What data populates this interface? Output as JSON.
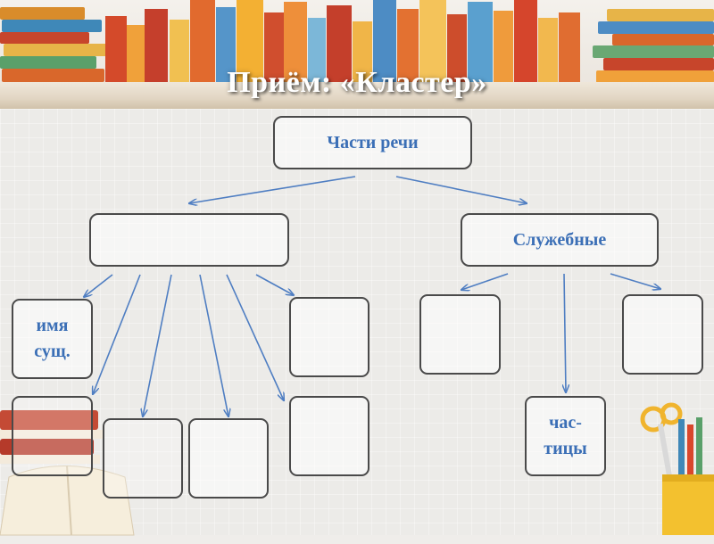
{
  "title": "Приём: «Кластер»",
  "root": {
    "label": "Части речи"
  },
  "branches": [
    {
      "label": ""
    },
    {
      "label": "Служебные"
    }
  ],
  "leaves_left": [
    {
      "label": "имя\nсущ."
    },
    {
      "label": ""
    },
    {
      "label": ""
    },
    {
      "label": ""
    },
    {
      "label": ""
    },
    {
      "label": ""
    }
  ],
  "leaves_right": [
    {
      "label": ""
    },
    {
      "label": "час-\nтицы"
    },
    {
      "label": ""
    }
  ],
  "colors": {
    "text": "#3b6fb6",
    "arrow": "#4f7ec2",
    "box_border": "#4a4a4a"
  }
}
